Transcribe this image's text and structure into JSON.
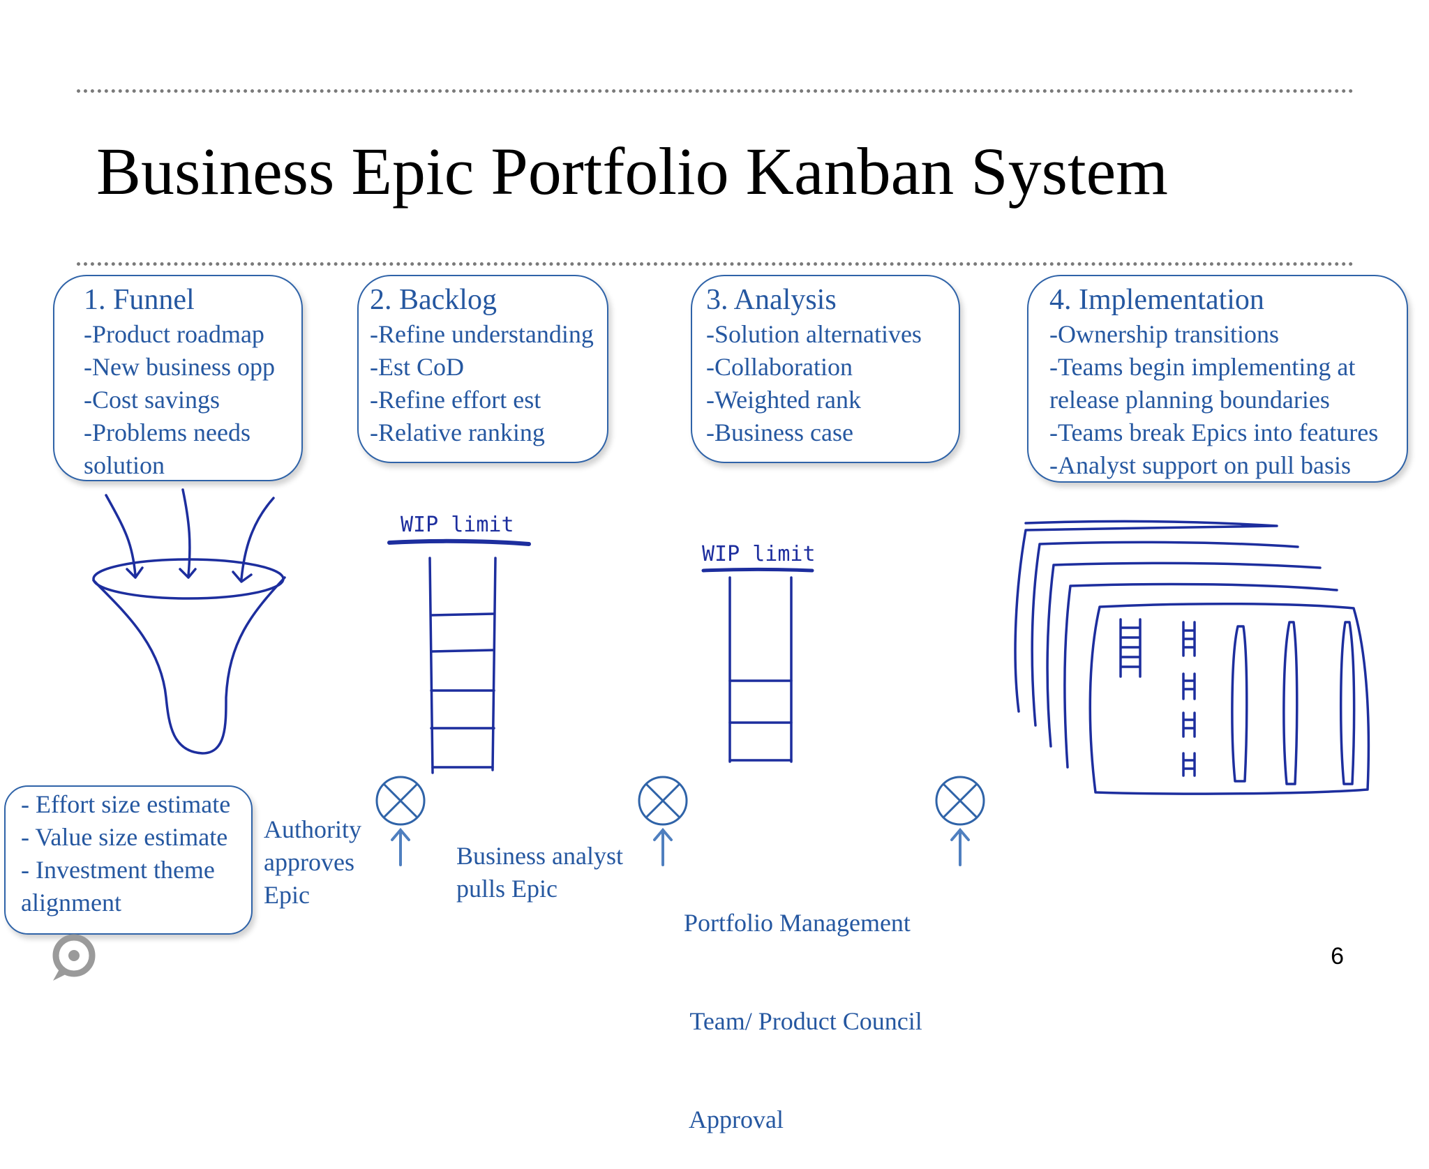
{
  "title": "Business Epic Portfolio Kanban System",
  "page_number": "6",
  "stages": [
    {
      "heading": "1.   Funnel",
      "items": [
        "-Product roadmap",
        "-New business opp",
        "-Cost savings",
        "-Problems needs",
        "solution"
      ]
    },
    {
      "heading": "2. Backlog",
      "items": [
        "-Refine understanding",
        "-Est CoD",
        "-Refine effort est",
        "-Relative ranking"
      ]
    },
    {
      "heading": "3. Analysis",
      "items": [
        "-Solution alternatives",
        "-Collaboration",
        "-Weighted rank",
        "-Business case"
      ]
    },
    {
      "heading": "4. Implementation",
      "items": [
        "-Ownership transitions",
        "-Teams begin implementing at",
        "release planning boundaries",
        "-Teams break Epics into features",
        "-Analyst support on pull basis"
      ]
    }
  ],
  "estimate_box": [
    "- Effort size estimate",
    "- Value size estimate",
    "- Investment theme",
    "alignment"
  ],
  "transitions": [
    [
      "Authority",
      "approves",
      "Epic"
    ],
    [
      "Business analyst",
      "pulls Epic"
    ],
    [
      "Portfolio Management",
      " Team/ Product Council",
      " Approval"
    ]
  ],
  "sketch_labels": {
    "backlog_wip": "WIP limit",
    "analysis_wip": "WIP limit"
  },
  "colors": {
    "text_blue": "#2557a0",
    "box_border": "#2f63a8",
    "ink": "#1d2e9e",
    "arrow": "#4f7fbf"
  }
}
